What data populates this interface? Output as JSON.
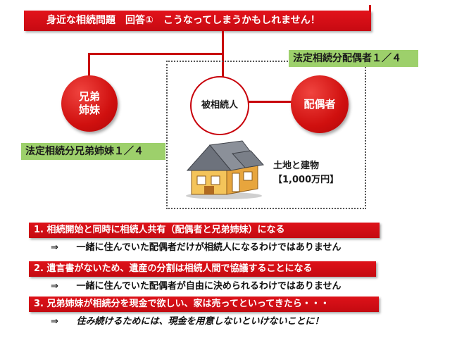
{
  "title": "身近な相続問題　回答①　こうなってしまうかもしれません！",
  "diagram": {
    "sibling_circle": "兄弟\n姉妹",
    "deceased_circle": "被相続人",
    "spouse_circle": "配偶者",
    "spouse_share": "法定相続分配偶者１／４",
    "sibling_share": "法定相続分兄弟姉妹１／４",
    "property_name": "土地と建物",
    "property_value": "【1,000万円】"
  },
  "points": [
    {
      "heading": "1. 相続開始と同時に相続人共有（配偶者と兄弟姉妹）になる",
      "arrow": "⇒",
      "note": "一緒に住んでいた配偶者だけが相続人になるわけではありません"
    },
    {
      "heading": "2. 遺言書がないため、遺産の分割は相続人間で協議することになる",
      "arrow": "⇒",
      "note": "一緒に住んでいた配偶者が自由に決められるわけではありません"
    },
    {
      "heading": "3. 兄弟姉妹が相続分を現金で欲しい、家は売ってといってきたら・・・",
      "arrow": "⇒",
      "note": "住み続けるためには、現金を用意しないといけないことに！"
    }
  ],
  "colors": {
    "red": "#d10a12",
    "green": "#9dd06b",
    "house_wall": "#f2c25c",
    "house_roof": "#7a7f88"
  },
  "icons": {
    "house": "house-icon"
  }
}
